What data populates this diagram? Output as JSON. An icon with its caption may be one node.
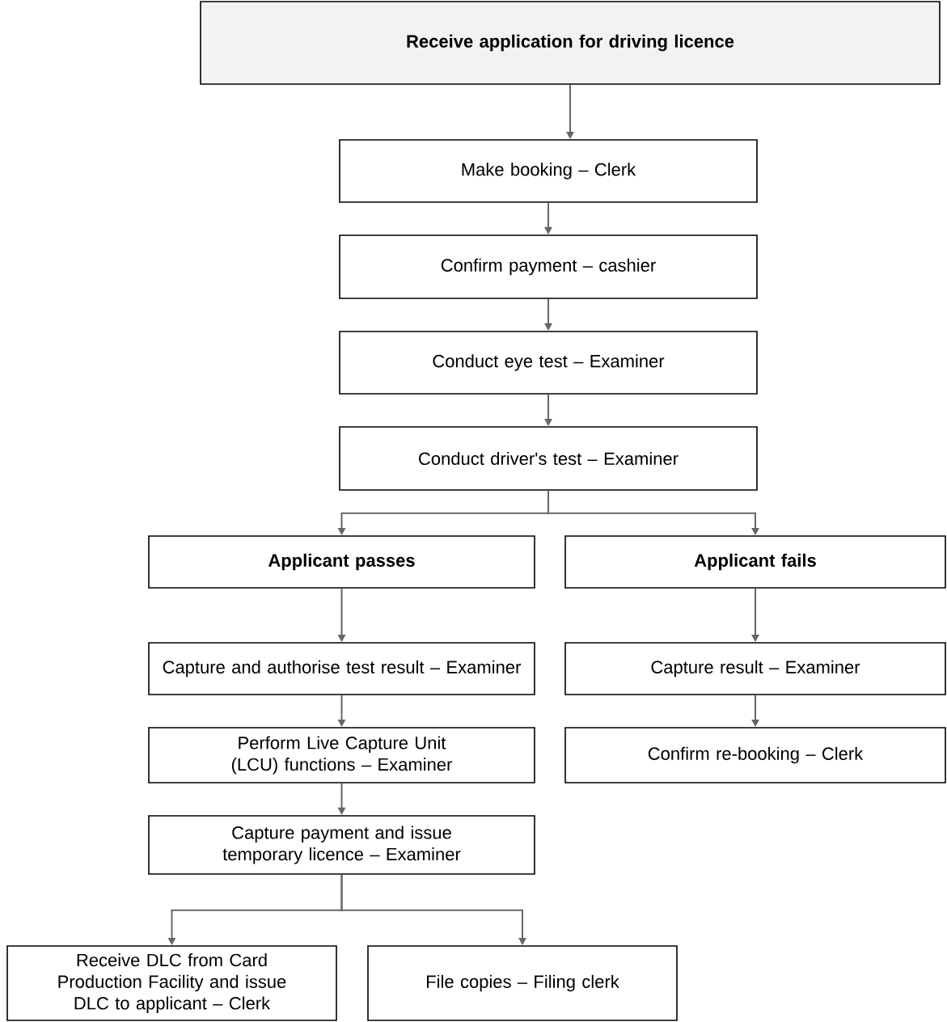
{
  "diagram": {
    "nodes": [
      {
        "text": [
          "Receive application for driving licence"
        ]
      },
      {
        "text": [
          "Make booking – Clerk"
        ]
      },
      {
        "text": [
          "Confirm payment – cashier"
        ]
      },
      {
        "text": [
          "Conduct eye test  – Examiner"
        ]
      },
      {
        "text": [
          "Conduct driver's test – Examiner"
        ]
      },
      {
        "text": [
          "Applicant passes"
        ]
      },
      {
        "text": [
          "Applicant fails"
        ]
      },
      {
        "text": [
          "Capture and authorise test result  – Examiner"
        ]
      },
      {
        "text": [
          "Perform Live Capture Unit (LCU) functions  – Examiner"
        ]
      },
      {
        "text": [
          "Capture payment and issue temporary licence – Examiner"
        ]
      },
      {
        "text": [
          "Receive DLC from Card Production Facility and issue DLC to applicant – Clerk"
        ]
      },
      {
        "text": [
          "File copies – Filing clerk"
        ]
      },
      {
        "text": [
          "Capture result – Examiner"
        ]
      },
      {
        "text": [
          "Confirm re-booking – Clerk"
        ]
      }
    ],
    "edges": [
      {
        "from": 0,
        "to": 1,
        "arrow": "to"
      },
      {
        "from": 1,
        "to": 2,
        "arrow": "to"
      },
      {
        "from": 2,
        "to": 3,
        "arrow": "to"
      },
      {
        "from": 3,
        "to": 4,
        "arrow": "to"
      },
      {
        "from": 4,
        "to": 5,
        "arrow": "to"
      },
      {
        "from": 4,
        "to": 6,
        "arrow": "to"
      },
      {
        "from": 5,
        "to": 7,
        "arrow": "to"
      },
      {
        "from": 7,
        "to": 8,
        "arrow": "to"
      },
      {
        "from": 8,
        "to": 9,
        "arrow": "to"
      },
      {
        "from": 9,
        "to": 10,
        "arrow": "to"
      },
      {
        "from": 9,
        "to": 11,
        "arrow": "to"
      },
      {
        "from": 6,
        "to": 12,
        "arrow": "to"
      },
      {
        "from": 12,
        "to": 13,
        "arrow": "to"
      }
    ]
  }
}
